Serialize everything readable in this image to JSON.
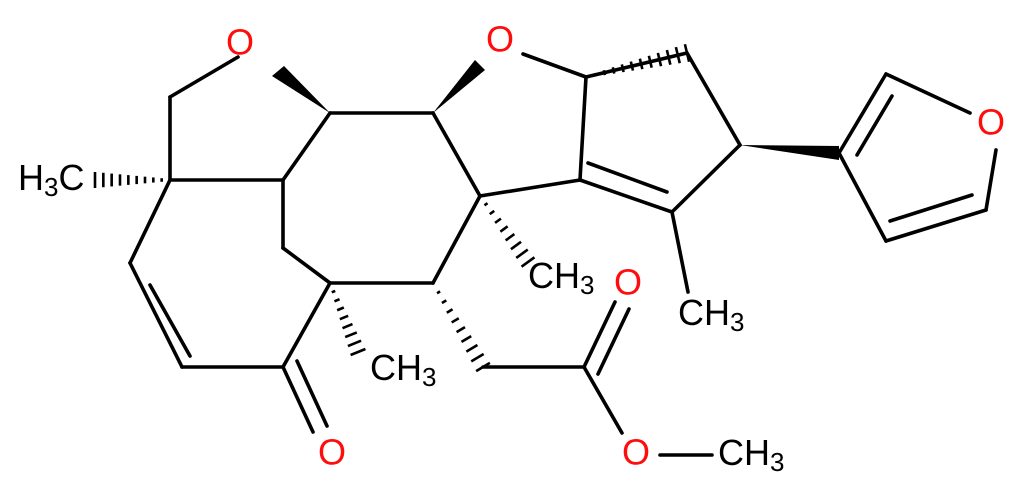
{
  "structure": {
    "atom_labels": {
      "o_ring_left": "O",
      "o_ring_mid": "O",
      "o_furan": "O",
      "o_ester_carbonyl": "O",
      "o_ester": "O",
      "o_ketone": "O"
    },
    "methyl_labels": {
      "me_left": {
        "main": "H",
        "sub": "3",
        "tail": "C"
      },
      "me_mid": {
        "main": "CH",
        "sub": "3"
      },
      "me_lower": {
        "main": "CH",
        "sub": "3"
      },
      "me_right": {
        "main": "CH",
        "sub": "3"
      },
      "me_ester": {
        "main": "CH",
        "sub": "3"
      }
    },
    "colors": {
      "oxygen": "#ff0d0d",
      "carbon": "#000000",
      "background": "#ffffff"
    }
  }
}
